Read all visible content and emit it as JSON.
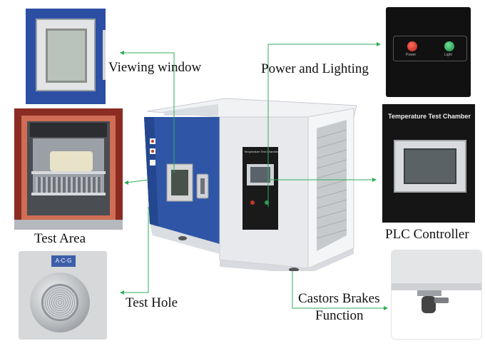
{
  "labels": {
    "viewing_window": "Viewing window",
    "power_lighting": "Power and Lighting",
    "test_area": "Test Area",
    "plc_controller": "PLC Controller",
    "test_hole": "Test Hole",
    "castors_line1": "Castors Brakes",
    "castors_line2": "Function"
  },
  "chamber": {
    "panel_title": "Temperature Test Chamber",
    "panel_small_text": "Temperature Test Chamber"
  },
  "power_panel": {
    "power_caption": "Power",
    "light_caption": "Light"
  },
  "test_hole_badge": "A·C·G",
  "colors": {
    "leader_line": "#2fae57",
    "door_blue": "#2f56a6",
    "cabinet_white": "#e8e9ec",
    "panel_black": "#1a1a1a"
  }
}
